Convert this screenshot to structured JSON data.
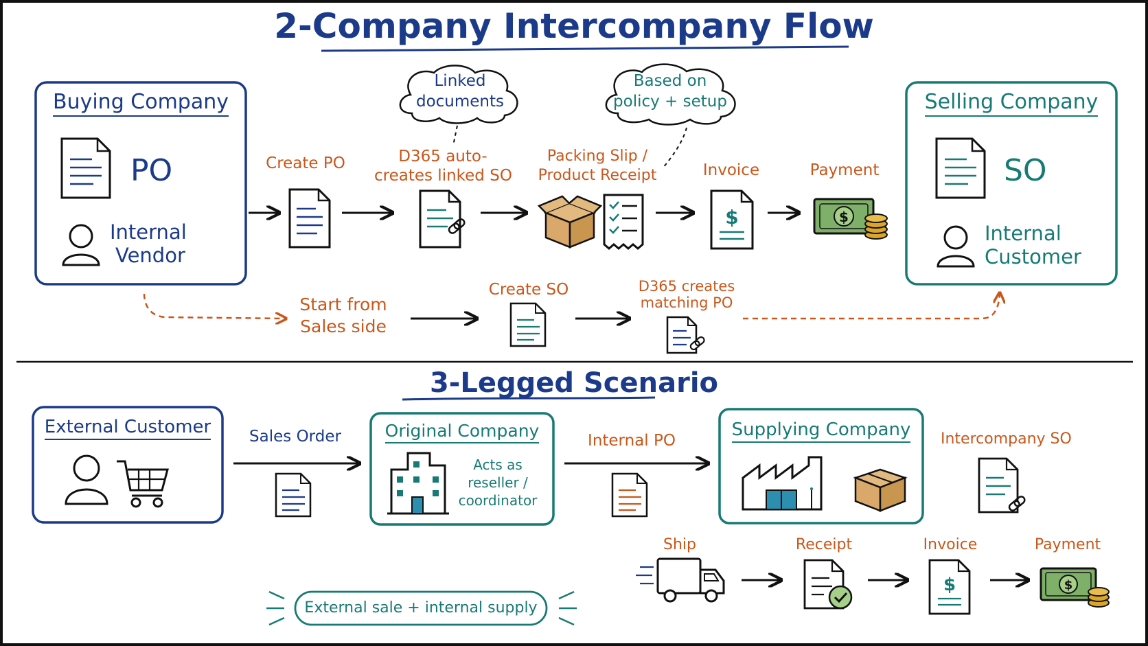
{
  "title": "2-Company Intercompany Flow",
  "buying_company": {
    "heading": "Buying Company",
    "doc_label": "PO",
    "person_label_line1": "Internal",
    "person_label_line2": "Vendor"
  },
  "selling_company": {
    "heading": "Selling Company",
    "doc_label": "SO",
    "person_label_line1": "Internal",
    "person_label_line2": "Customer"
  },
  "main_flow": {
    "create_po": "Create PO",
    "auto_so_line1": "D365 auto-",
    "auto_so_line2": "creates linked SO",
    "packing_line1": "Packing Slip /",
    "packing_line2": "Product Receipt",
    "invoice": "Invoice",
    "payment": "Payment"
  },
  "clouds": {
    "linked_line1": "Linked",
    "linked_line2": "documents",
    "policy_line1": "Based on",
    "policy_line2": "policy + setup"
  },
  "sales_side": {
    "start_line1": "Start from",
    "start_line2": "Sales side",
    "create_so": "Create SO",
    "matching_line1": "D365 creates",
    "matching_line2": "matching PO"
  },
  "three_legged": {
    "heading": "3-Legged Scenario",
    "external_customer": "External Customer",
    "sales_order": "Sales Order",
    "original_company": "Original Company",
    "acts_line1": "Acts as",
    "acts_line2": "reseller /",
    "acts_line3": "coordinator",
    "internal_po": "Internal PO",
    "supplying_company": "Supplying Company",
    "intercompany_so": "Intercompany SO",
    "ship": "Ship",
    "receipt": "Receipt",
    "invoice": "Invoice",
    "payment": "Payment",
    "banner": "External sale + internal supply"
  },
  "colors": {
    "navy": "#1b3a8a",
    "teal": "#177a75",
    "orange": "#c9571b",
    "money_green": "#7fb069",
    "coin_gold": "#d9a52b",
    "box_tan": "#d9a86a"
  }
}
